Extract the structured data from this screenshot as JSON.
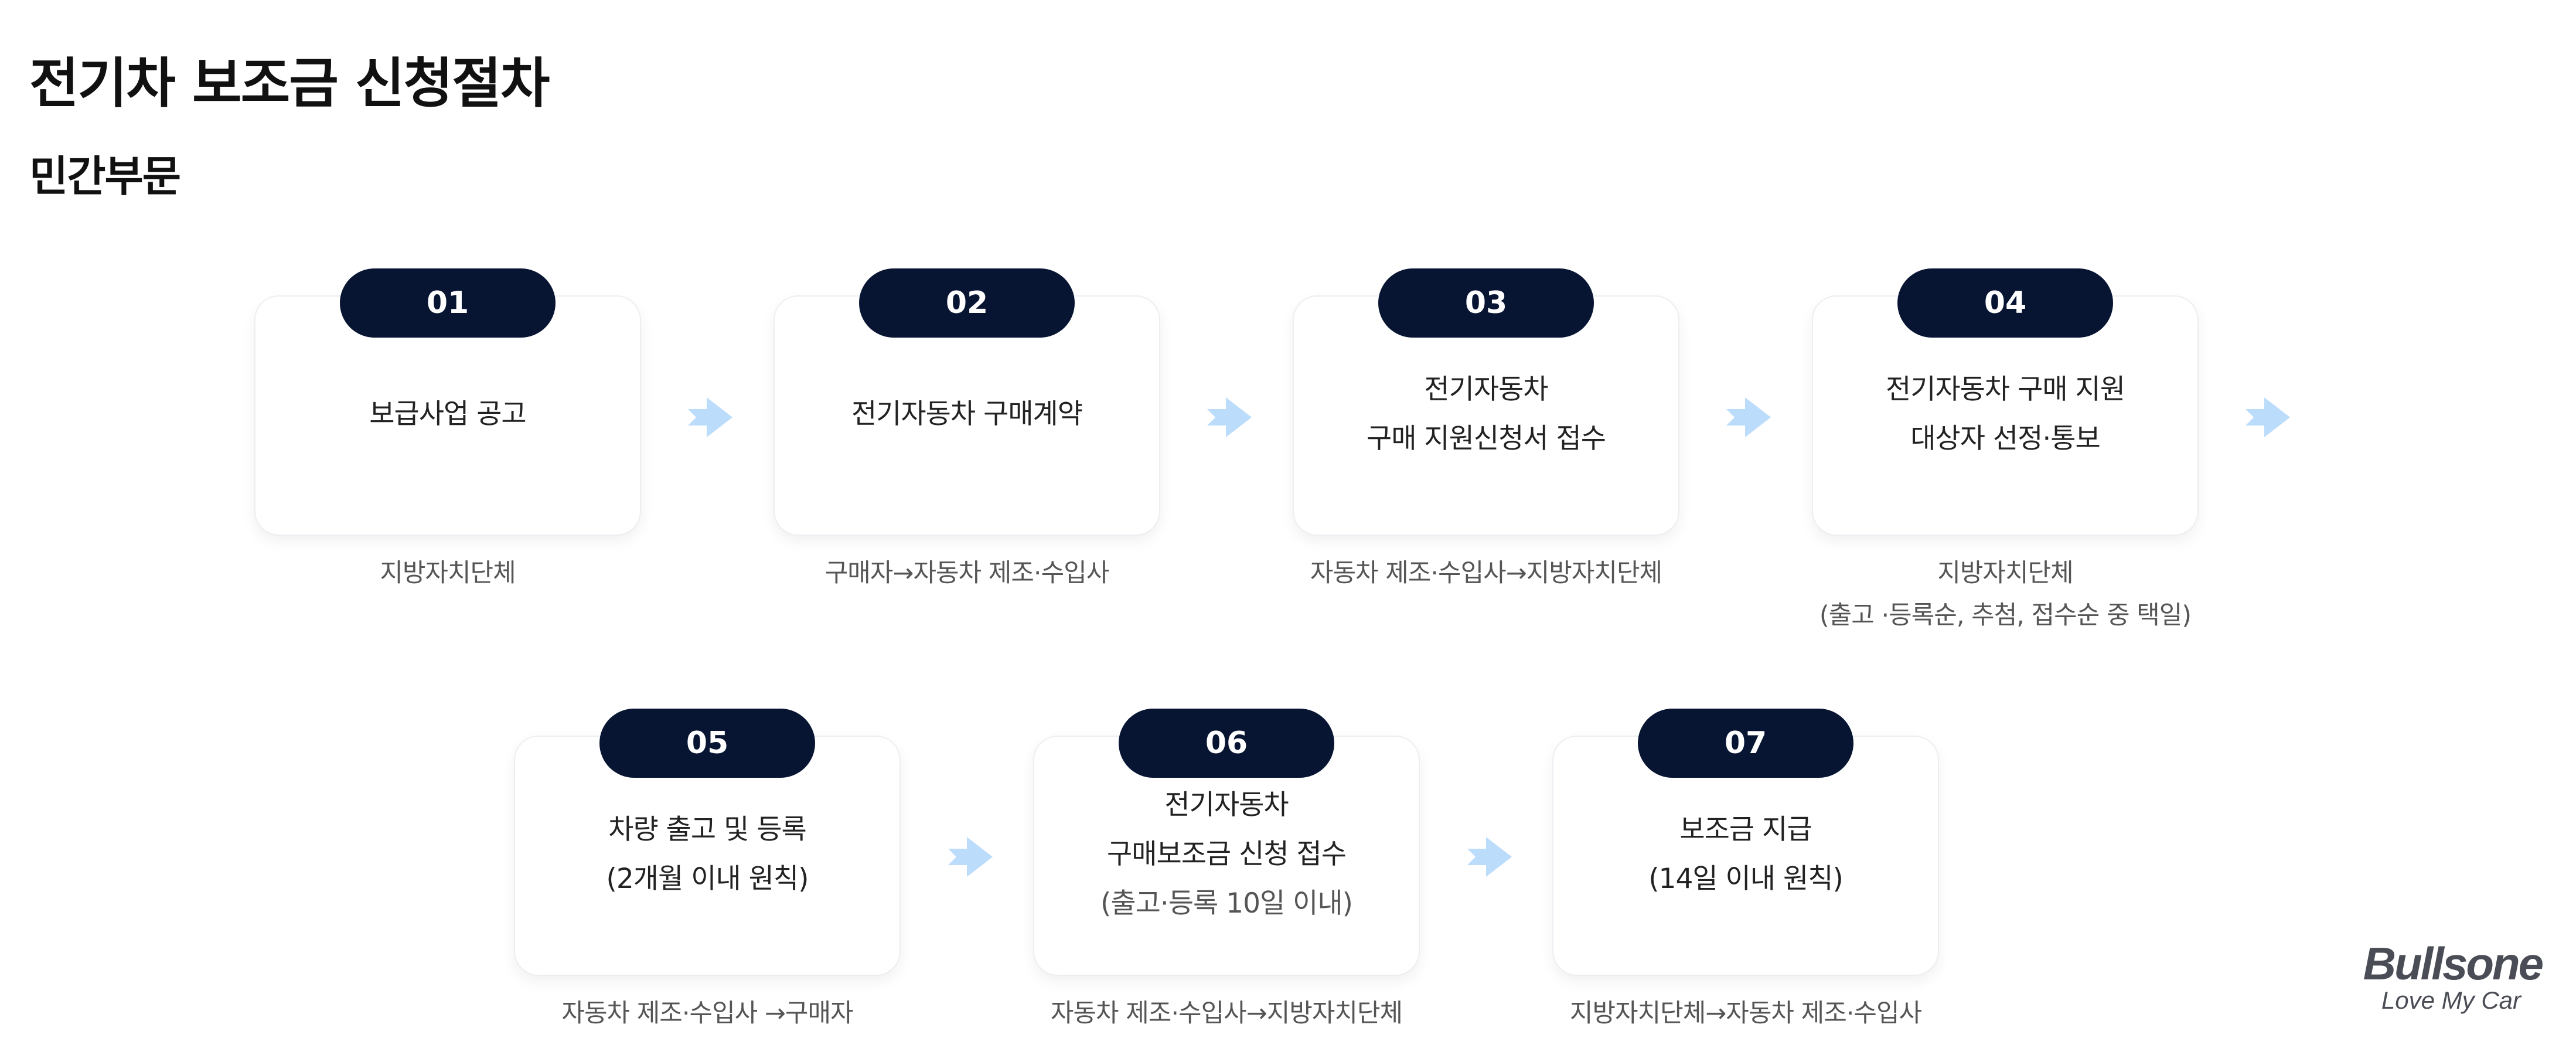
{
  "page": {
    "title": "전기차 보조금 신청절차",
    "subtitle": "민간부문"
  },
  "steps": [
    {
      "number": "01",
      "lines": [
        "보급사업 공고",
        "",
        ""
      ],
      "caption_lines": [
        "지방자치단체",
        ""
      ]
    },
    {
      "number": "02",
      "lines": [
        "전기자동차 구매계약",
        "",
        ""
      ],
      "caption_lines": [
        "구매자→자동차 제조·수입사",
        ""
      ]
    },
    {
      "number": "03",
      "lines": [
        "전기자동차",
        "구매 지원신청서 접수",
        ""
      ],
      "caption_lines": [
        "자동차 제조·수입사→지방자치단체",
        ""
      ]
    },
    {
      "number": "04",
      "lines": [
        "전기자동차 구매 지원",
        "대상자 선정·통보",
        ""
      ],
      "caption_lines": [
        "지방자치단체",
        "(출고 ·등록순, 추첨, 접수순 중 택일)"
      ]
    },
    {
      "number": "05",
      "lines": [
        "차량 출고 및 등록",
        "(2개월 이내 원칙)",
        ""
      ],
      "caption_lines": [
        "자동차 제조·수입사 →구매자",
        ""
      ]
    },
    {
      "number": "06",
      "lines": [
        "전기자동차",
        "구매보조금 신청 접수",
        "(출고·등록 10일 이내)"
      ],
      "caption_lines": [
        "자동차 제조·수입사→지방자치단체",
        ""
      ]
    },
    {
      "number": "07",
      "lines": [
        "보조금 지급",
        "(14일 이내 원칙)",
        ""
      ],
      "caption_lines": [
        "지방자치단체→자동차 제조·수입사",
        ""
      ]
    }
  ],
  "logo": {
    "brand": "Bullsone",
    "tagline": "Love My Car"
  },
  "colors": {
    "pill": "#071533",
    "arrow": "#bcdcfb",
    "card_border": "#eceef2"
  },
  "icons": {
    "arrow": "arrow-right-icon"
  }
}
